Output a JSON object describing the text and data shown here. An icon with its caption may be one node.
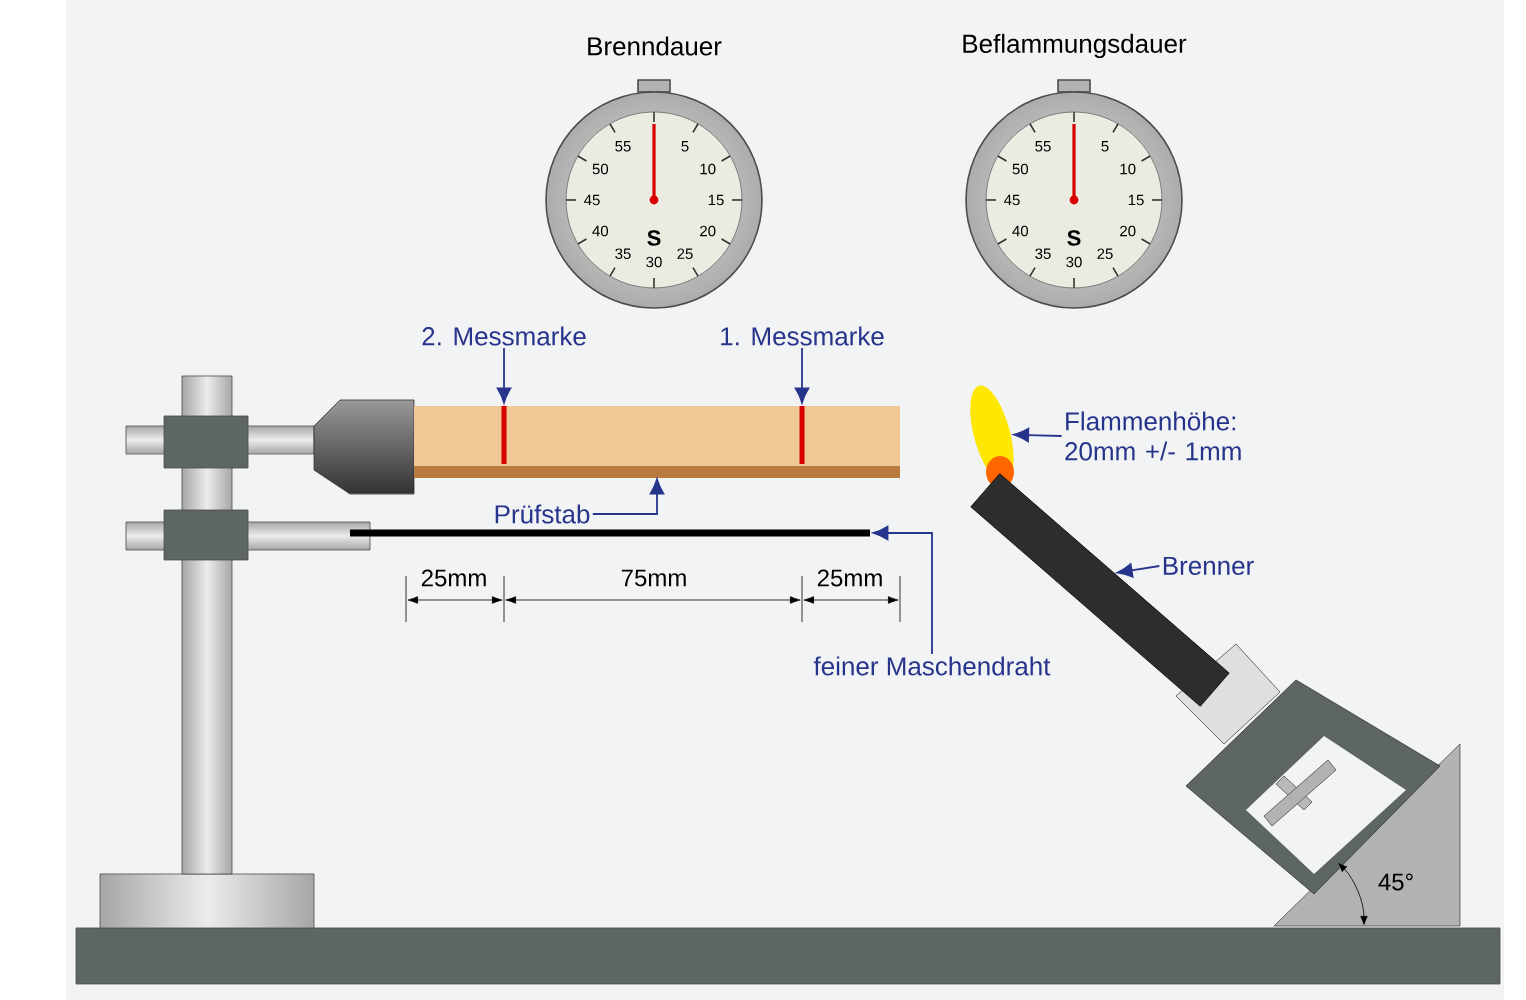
{
  "diagram": {
    "nodes": [
      {
        "text": [
          "Brenndauer"
        ]
      },
      {
        "text": [
          "Beflammungsdauer"
        ]
      },
      {
        "text": [
          "2. Messmarke"
        ]
      },
      {
        "text": [
          "1. Messmarke"
        ]
      },
      {
        "text": [],
        "shape": "bar"
      },
      {
        "text": [],
        "shape": "bar",
        "in": 4
      },
      {
        "text": [],
        "shape": "bar",
        "in": 4
      },
      {
        "text": [
          "Prüfstab"
        ]
      },
      {
        "text": [],
        "shape": "bar"
      },
      {
        "text": [
          "feiner Maschendraht"
        ]
      },
      {
        "text": [],
        "shape": "picture"
      },
      {
        "text": [
          "Flammenhöhe: 20mm +/- 1mm"
        ]
      },
      {
        "text": [],
        "shape": "cylinder"
      },
      {
        "text": [
          "Brenner"
        ]
      }
    ],
    "edges": [
      {
        "from": 2,
        "to": 5,
        "arrow": "to"
      },
      {
        "from": 3,
        "to": 6,
        "arrow": "to"
      },
      {
        "from": 7,
        "to": 4,
        "arrow": "to"
      },
      {
        "from": 9,
        "to": 8,
        "arrow": "to"
      },
      {
        "from": 11,
        "to": 10,
        "arrow": "to"
      },
      {
        "from": 13,
        "to": 12,
        "arrow": "to"
      }
    ],
    "labels": [
      "55",
      "5",
      "50",
      "10",
      "45",
      "15",
      "40",
      "20",
      "S",
      "35",
      "30",
      "25",
      "55",
      "5",
      "50",
      "10",
      "45",
      "15",
      "40",
      "20",
      "S",
      "35",
      "30",
      "25",
      "25mm",
      "75mm",
      "25mm",
      "45°"
    ]
  }
}
